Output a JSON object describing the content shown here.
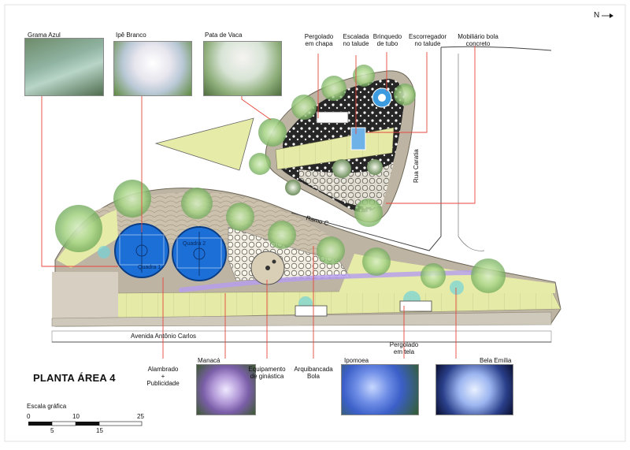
{
  "title": "PLANTA ÁREA 4",
  "north": {
    "arrow": "→",
    "label": "N"
  },
  "scale": {
    "title": "Escala gráfica",
    "top_numbers": [
      "0",
      "10",
      "25"
    ],
    "bottom_numbers": [
      "5",
      "15"
    ]
  },
  "streets": {
    "avenida": "Avenida Antônio Carlos",
    "ramo": "Ramo C",
    "rua": "Rua Caratia"
  },
  "courts": {
    "q1": "Quadra 1",
    "q2": "Quadra 2"
  },
  "top_labels": {
    "grama": "Grama Azul",
    "ipe": "Ipê Branco",
    "pata": "Pata de Vaca",
    "pergolado_chapa_1": "Pergolado",
    "pergolado_chapa_2": "em chapa",
    "escalada_1": "Escalada",
    "escalada_2": "no talude",
    "brinquedo_1": "Brinquedo",
    "brinquedo_2": "de tubo",
    "escorregador_1": "Escorregador",
    "escorregador_2": "no talude",
    "mobiliario_1": "Mobiliário bola",
    "mobiliario_2": "concreto"
  },
  "bottom_labels": {
    "alambrado_1": "Alambrado",
    "alambrado_2": "+",
    "alambrado_3": "Publicidade",
    "manaca": "Manacá",
    "equip_1": "Equipamento",
    "equip_2": "de ginástica",
    "arquib_1": "Arquibancada",
    "arquib_2": "Bola",
    "ipomoea": "Ipomoea",
    "pergolado_tela_1": "Pergolado",
    "pergolado_tela_2": "em tela",
    "bela": "Bela Emília"
  },
  "colors": {
    "accent_line": "#e8463b",
    "lawn": "#e4eaa4",
    "pavement": "#ccc4b6",
    "court": "#1d6fd1",
    "playground": "#2a2a2a",
    "tree": "#9fcf7e"
  }
}
